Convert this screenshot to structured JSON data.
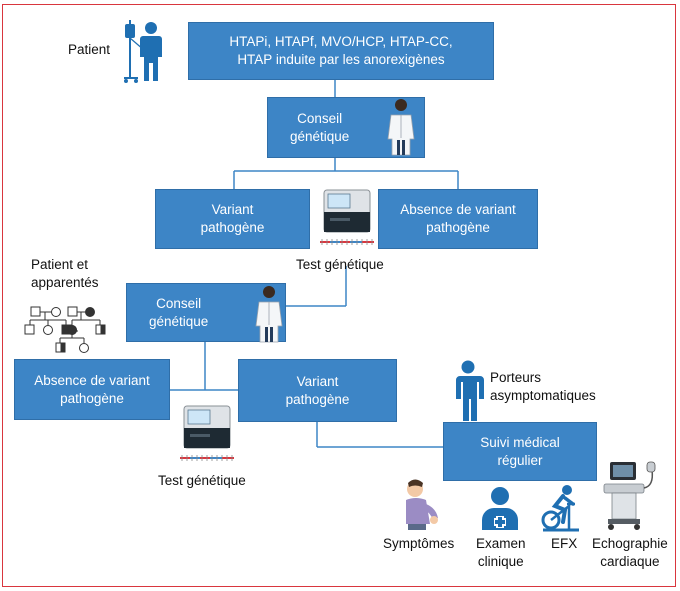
{
  "boxes": {
    "htap_types": "HTAPi, HTAPf, MVO/HCP, HTAP-CC,\nHTAP induite par les anorexigènes",
    "conseil_1": "Conseil\ngénétique",
    "variant_1": "Variant\npathogène",
    "absence_1": "Absence de variant\npathogène",
    "conseil_2": "Conseil\ngénétique",
    "absence_2": "Absence de variant\npathogène",
    "variant_2": "Variant\npathogène",
    "suivi": "Suivi médical\nrégulier"
  },
  "labels": {
    "patient": "Patient",
    "patient_apparentes": "Patient et\napparentés",
    "test_genetique_1": "Test génétique",
    "test_genetique_2": "Test génétique",
    "porteurs": "Porteurs\nasymptomatiques",
    "symptomes": "Symptômes",
    "examen": "Examen\nclinique",
    "efx": "EFX",
    "echographie": "Echographie\ncardiaque"
  },
  "icons": [
    "patient-iv-icon",
    "doctor-icon",
    "sequencer-icon",
    "pedigree-icon",
    "person-icon",
    "sick-person-icon",
    "medical-exam-icon",
    "exercise-bike-icon",
    "ultrasound-machine-icon"
  ],
  "colors": {
    "box_fill": "#3d85c6",
    "line": "#3d85c6",
    "frame": "#d9363e",
    "icon_blue": "#1f6fb2"
  }
}
